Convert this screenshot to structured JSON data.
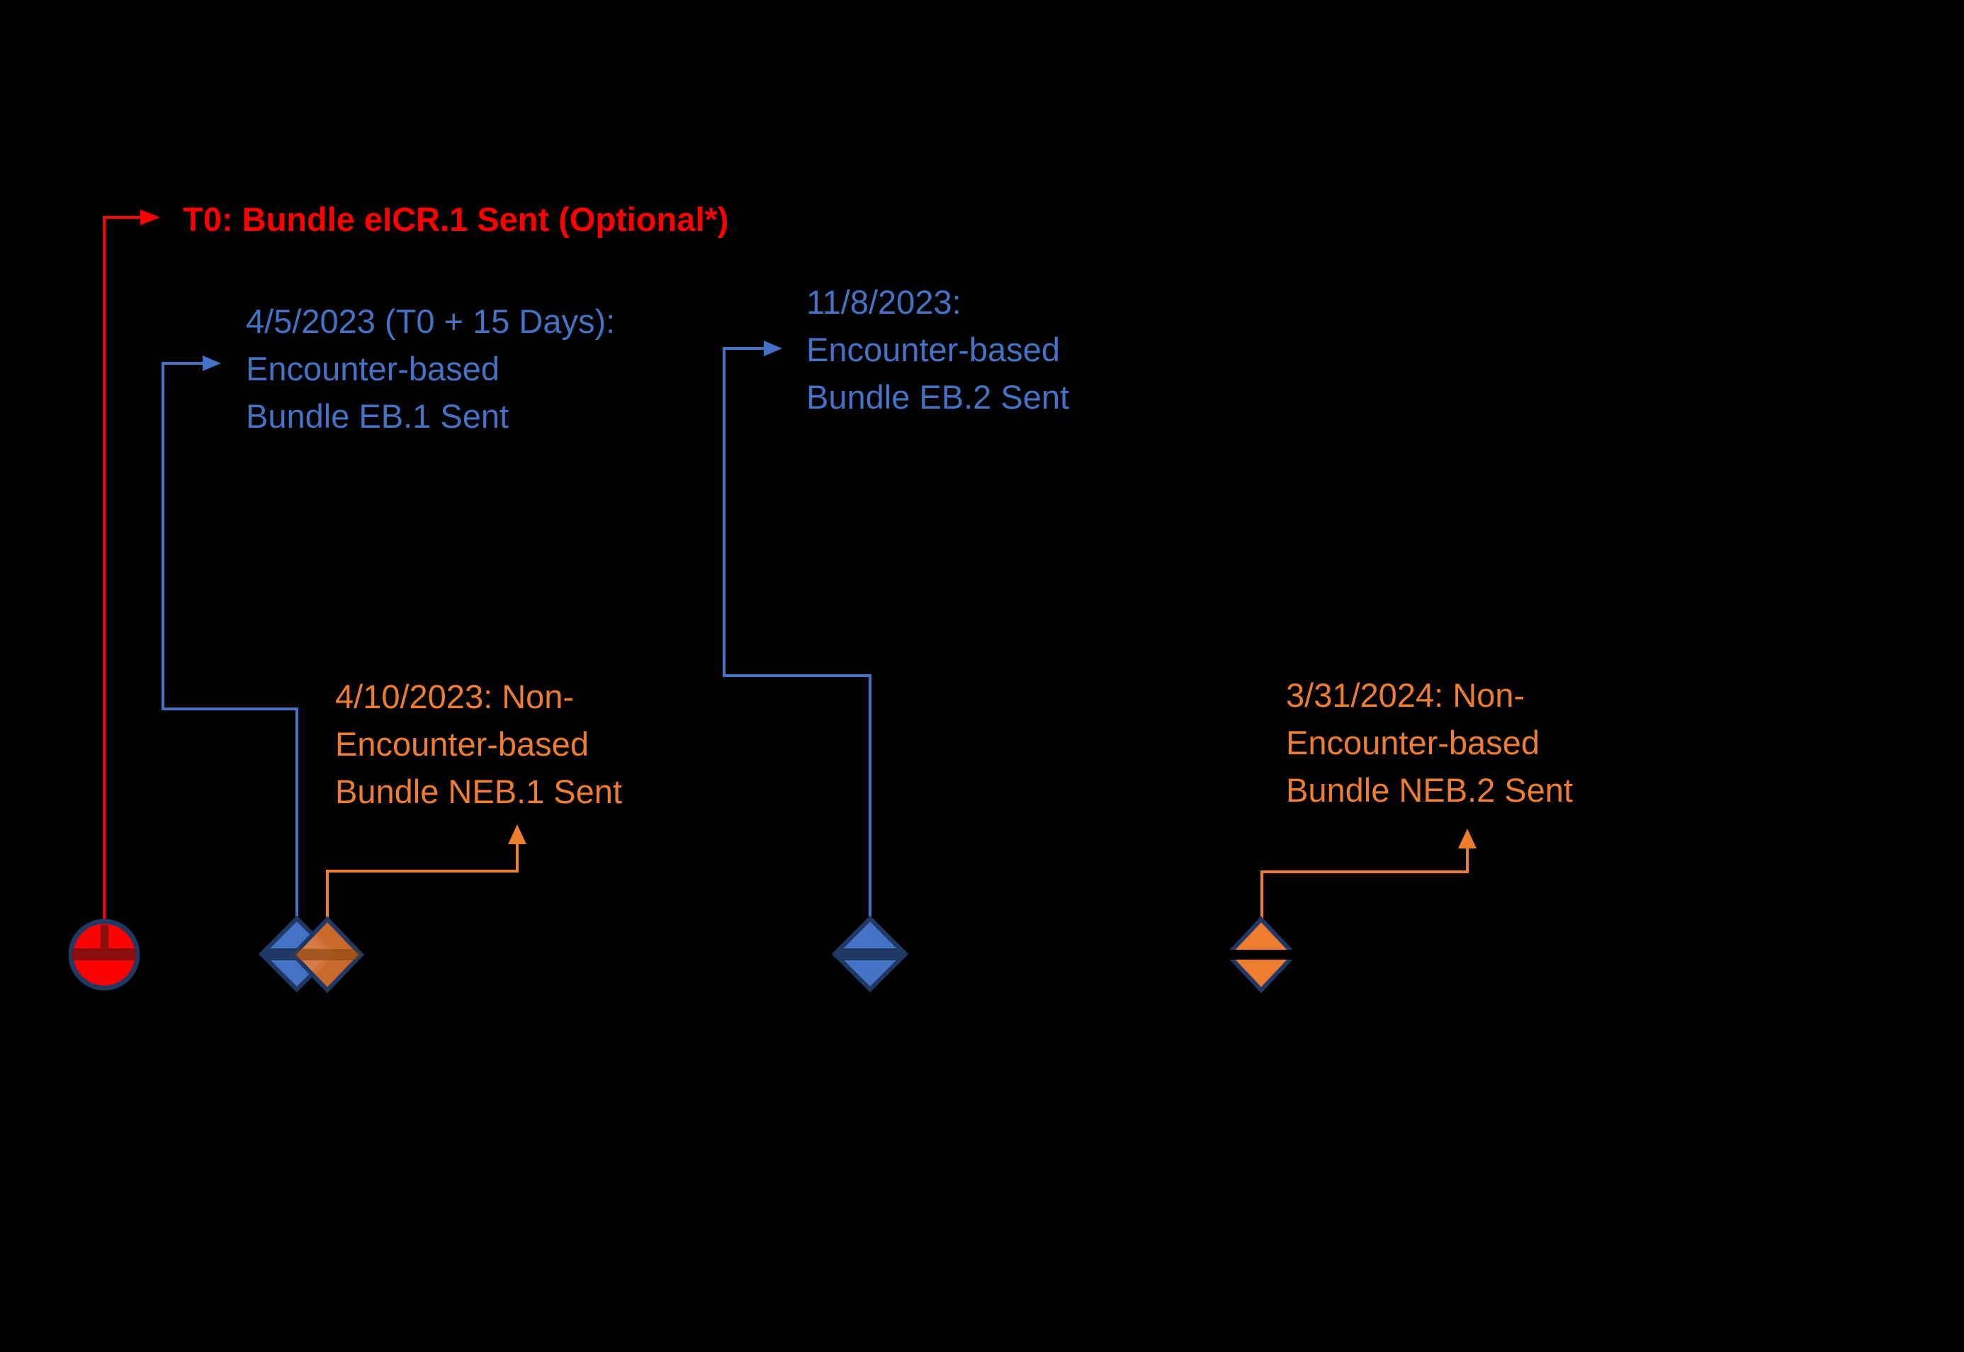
{
  "diagram": {
    "type": "timeline",
    "background": "#000000",
    "description": "Timeline of bundle submissions with milestone markers",
    "events": [
      {
        "id": "eICR.1",
        "date": "T0",
        "label": "T0: Bundle eICR.1 Sent (Optional*)",
        "marker": "red-circle",
        "color_key": "red"
      },
      {
        "id": "EB.1",
        "date": "4/5/2023",
        "lines": [
          "4/5/2023 (T0 + 15 Days):",
          "Encounter-based",
          "Bundle EB.1 Sent"
        ],
        "marker": "blue-diamond",
        "color_key": "blue"
      },
      {
        "id": "NEB.1",
        "date": "4/10/2023",
        "lines": [
          "4/10/2023: Non-",
          "Encounter-based",
          "Bundle NEB.1 Sent"
        ],
        "marker": "orange-diamond",
        "color_key": "orange"
      },
      {
        "id": "EB.2",
        "date": "11/8/2023",
        "lines": [
          "11/8/2023:",
          "Encounter-based",
          "Bundle EB.2 Sent"
        ],
        "marker": "blue-diamond",
        "color_key": "blue"
      },
      {
        "id": "NEB.2",
        "date": "3/31/2024",
        "lines": [
          "3/31/2024: Non-",
          "Encounter-based",
          "Bundle NEB.2 Sent"
        ],
        "marker": "orange-diamond",
        "color_key": "orange"
      }
    ]
  },
  "colors": {
    "red": "#FF0000",
    "dark_red": "#8B0E0E",
    "blue": "#4472C4",
    "navy": "#1F3864",
    "orange": "#ED7D31",
    "black": "#000000",
    "background": "#000000"
  }
}
